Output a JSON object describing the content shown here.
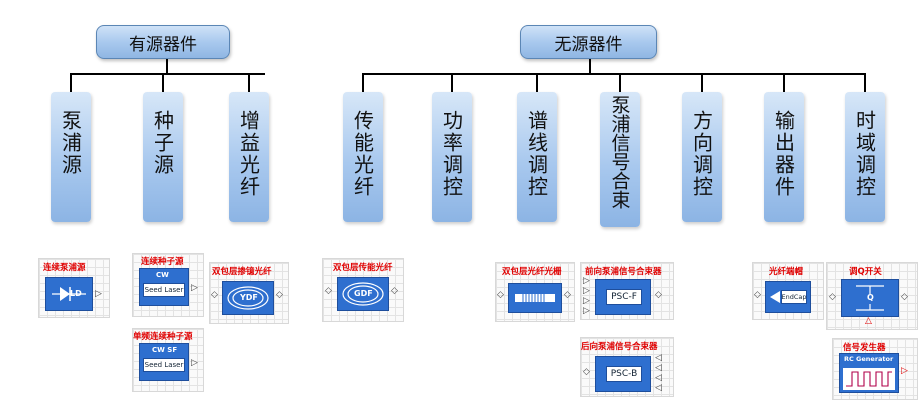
{
  "groups": {
    "active": {
      "title": "有源器件",
      "items": [
        "泵浦源",
        "种子源",
        "增益光纤"
      ]
    },
    "passive": {
      "title": "无源器件",
      "items": [
        "传能光纤",
        "功率调控",
        "谱线调控",
        "泵浦信号合束",
        "方向调控",
        "输出器件",
        "时域调控"
      ]
    }
  },
  "components": {
    "pump_source": {
      "label": "连续泵浦源",
      "inner": "LD"
    },
    "seed_source": {
      "label": "连续种子源",
      "top": "CW",
      "inner": "Seed Laser"
    },
    "sf_seed": {
      "label": "单频连续种子源",
      "top": "CW  SF",
      "inner": "Seed Laser"
    },
    "ydf": {
      "label": "双包层掺镱光纤",
      "inner": "YDF"
    },
    "gdf": {
      "label": "双包层传能光纤",
      "inner": "GDF"
    },
    "fbg": {
      "label": "双包层光纤光栅"
    },
    "psc_f": {
      "label": "前向泵浦信号合束器",
      "inner": "PSC-F"
    },
    "psc_b": {
      "label": "后向泵浦信号合束器",
      "inner": "PSC-B"
    },
    "endcap": {
      "label": "光纤端帽",
      "inner": "EndCap"
    },
    "q_switch": {
      "label": "调Q开关",
      "inner": "Q"
    },
    "rc_gen": {
      "label": "信号发生器",
      "top": "RC Generator"
    }
  },
  "colors": {
    "block": "#2e6fcf",
    "label": "#e00000",
    "header_top": "#cfe2f7",
    "header_bottom": "#8fb6e3"
  }
}
